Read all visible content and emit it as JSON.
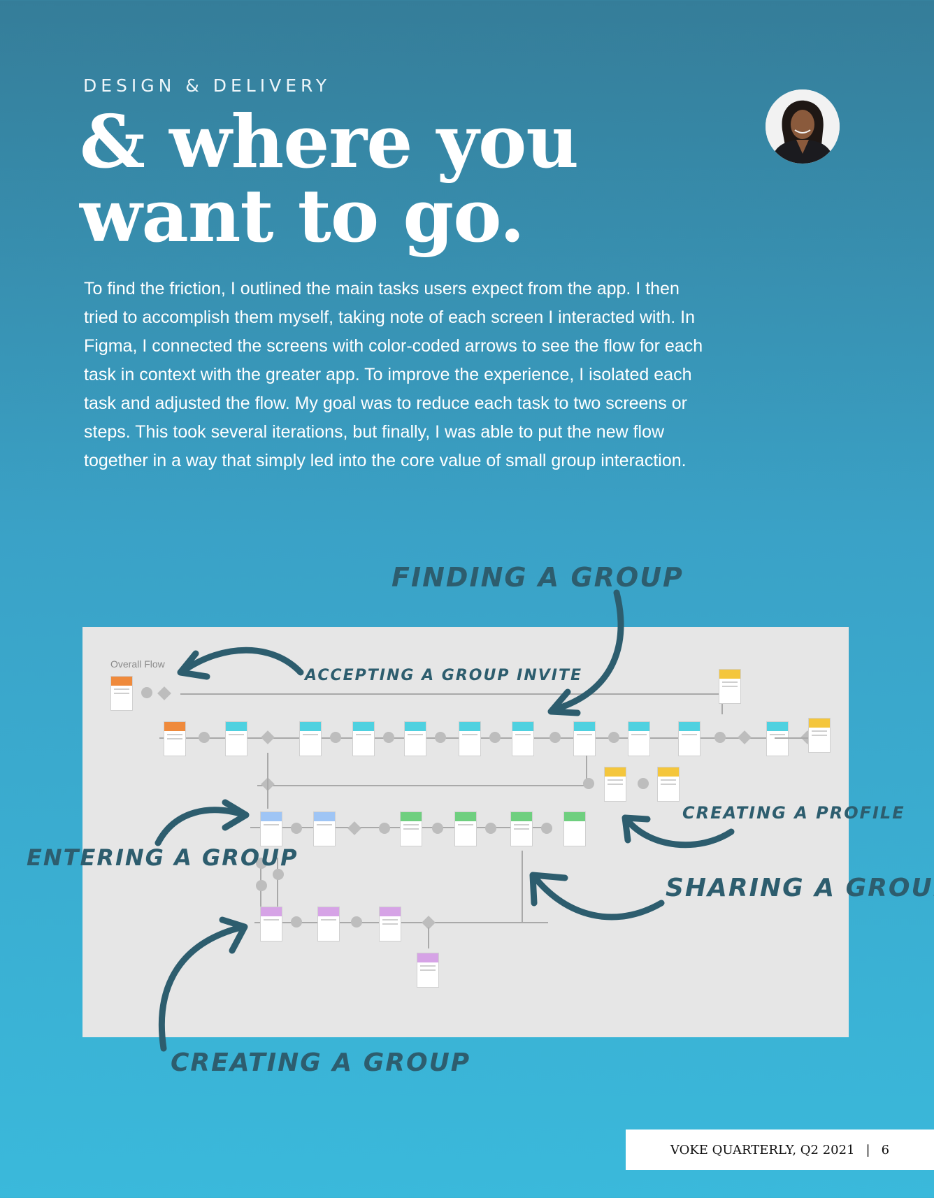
{
  "header": {
    "kicker": "DESIGN & DELIVERY",
    "headline_line1": "& where you",
    "headline_line2": "want to go."
  },
  "body": {
    "paragraph": "To find the friction, I outlined the main tasks users expect from the app. I then tried to accomplish them myself, taking note of each screen I interacted with. In Figma, I connected the screens with color-coded arrows to see the flow for each task in context with the greater app. To improve the experience, I isolated each task and adjusted the flow. My goal was to reduce each task to two screens or steps. This took several iterations, but finally, I was able to put the new flow together in a way that simply led into the core value of small group interaction."
  },
  "diagram": {
    "title": "Overall Flow",
    "colors": {
      "invite": "#ef8a3c",
      "finding": "#4fd1e0",
      "profile": "#f4c63c",
      "entering": "#9fc5f5",
      "sharing": "#6fcf7f",
      "creating": "#d6a3e6"
    },
    "annotations": {
      "finding": "FINDING A GROUP",
      "accepting": "ACCEPTING A GROUP INVITE",
      "profile": "CREATING A PROFILE",
      "entering": "ENTERING A GROUP",
      "sharing": "SHARING A GROUP",
      "creating": "CREATING A GROUP"
    }
  },
  "footer": {
    "publication": "VOKE QUARTERLY, Q2 2021",
    "separator": "|",
    "page_number": "6"
  }
}
